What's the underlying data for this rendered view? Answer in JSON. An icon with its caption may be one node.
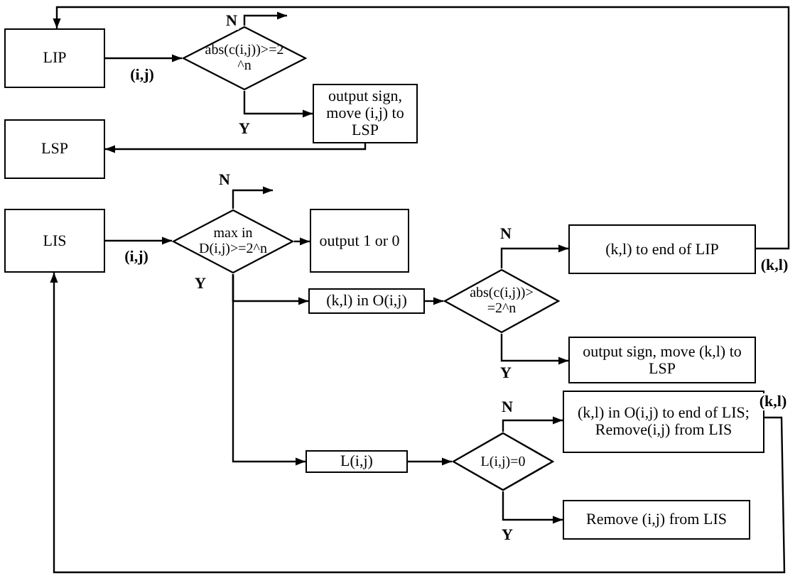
{
  "diagram": {
    "nodes": [
      {
        "text": [
          "LIP"
        ]
      },
      {
        "text": [
          "abs(c(i,j))>=2^n"
        ]
      },
      {
        "text": [
          "output sign, move (i,j) to LSP"
        ]
      },
      {
        "text": [
          "LSP"
        ]
      },
      {
        "text": [
          "LIS"
        ]
      },
      {
        "text": [
          "max in D(i,j)>=2^n"
        ]
      },
      {
        "text": [
          "output 1 or 0"
        ]
      },
      {
        "text": [
          "(k,l) in O(i,j)"
        ]
      },
      {
        "text": [
          "abs(c(i,j))>=2^n"
        ]
      },
      {
        "text": [
          "(k,l) to end of LIP"
        ]
      },
      {
        "text": [
          "output sign, move (k,l) to LSP"
        ]
      },
      {
        "text": [
          "(k,l) in O(i,j) to end of LIS; Remove(i,j) from LIS"
        ]
      },
      {
        "text": [
          "L(i,j)"
        ]
      },
      {
        "text": [
          "L(i,j)=0"
        ]
      },
      {
        "text": [
          "Remove (i,j) from LIS"
        ]
      }
    ],
    "edges": [
      {
        "from": 0,
        "to": 1,
        "arrow": "to",
        "label": "(i,j)"
      },
      {
        "from": 1,
        "to": null,
        "arrow": "to",
        "label": "N"
      },
      {
        "from": 1,
        "to": 2,
        "arrow": "to",
        "label": "Y"
      },
      {
        "from": 2,
        "to": 3,
        "arrow": "to"
      },
      {
        "from": 4,
        "to": 5,
        "arrow": "to",
        "label": "(i,j)"
      },
      {
        "from": 5,
        "to": null,
        "arrow": "to",
        "label": "N"
      },
      {
        "from": 5,
        "to": 6,
        "arrow": "to"
      },
      {
        "from": 5,
        "to": 7,
        "arrow": "to",
        "label": "Y"
      },
      {
        "from": 5,
        "to": 12,
        "arrow": "to"
      },
      {
        "from": 7,
        "to": 8,
        "arrow": "to"
      },
      {
        "from": 8,
        "to": 9,
        "arrow": "to",
        "label": "N"
      },
      {
        "from": 8,
        "to": 10,
        "arrow": "to",
        "label": "Y"
      },
      {
        "from": 9,
        "to": 0,
        "arrow": "to",
        "label": "(k,l)"
      },
      {
        "from": 12,
        "to": 13,
        "arrow": "to"
      },
      {
        "from": 13,
        "to": 11,
        "arrow": "to",
        "label": "N"
      },
      {
        "from": 13,
        "to": 14,
        "arrow": "to",
        "label": "Y"
      },
      {
        "from": 11,
        "to": 4,
        "arrow": "to",
        "label": "(k,l)"
      }
    ]
  }
}
